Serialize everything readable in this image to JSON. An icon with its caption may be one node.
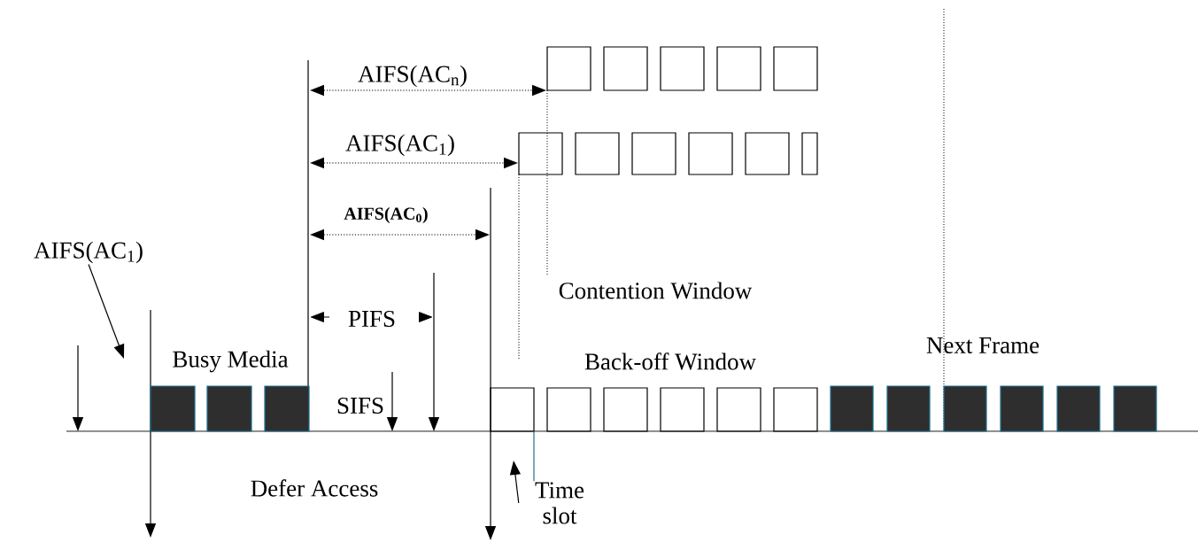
{
  "diagram": {
    "nodes": [
      {
        "text": [
          "AIFS(AC$_{1}$)"
        ]
      },
      {
        "text": [
          "Time slot"
        ]
      },
      {
        "text": [],
        "shape": "box"
      },
      {
        "text": [],
        "shape": "box"
      },
      {
        "text": [],
        "shape": "box"
      },
      {
        "text": [],
        "shape": "box"
      },
      {
        "text": [],
        "shape": "box"
      },
      {
        "text": [],
        "shape": "box"
      },
      {
        "text": [],
        "shape": "box"
      },
      {
        "text": [],
        "shape": "box"
      },
      {
        "text": [],
        "shape": "box"
      },
      {
        "text": [],
        "shape": "box"
      },
      {
        "text": [],
        "shape": "box"
      },
      {
        "text": [],
        "shape": "box"
      },
      {
        "text": [],
        "shape": "box"
      },
      {
        "text": [],
        "shape": "box"
      },
      {
        "text": [],
        "shape": "box"
      },
      {
        "text": [],
        "shape": "box"
      },
      {
        "text": [],
        "shape": "box"
      },
      {
        "text": [],
        "shape": "box"
      },
      {
        "text": [],
        "shape": "box"
      },
      {
        "text": [],
        "shape": "box"
      },
      {
        "text": [],
        "shape": "box"
      },
      {
        "text": [],
        "shape": "box"
      },
      {
        "text": [],
        "shape": "box"
      },
      {
        "text": [],
        "shape": "box"
      },
      {
        "text": [],
        "shape": "box"
      },
      {
        "text": [],
        "shape": "box"
      }
    ],
    "edges": [
      {
        "from": 0,
        "to": null,
        "arrow": "to"
      },
      {
        "from": 1,
        "to": null,
        "arrow": "to"
      },
      {
        "from": 1,
        "to": 16,
        "arrow": "none",
        "color": "#1f6f8f"
      }
    ],
    "labels": [
      "AIFS(AC$_{n}$)",
      "AIFS(AC$_{1}$)",
      "AIFS(AC$_{0}$)",
      "Contention Window",
      "PIFS",
      "Busy Media",
      "SIFS",
      "Back-off Window",
      "Next Frame",
      "Defer Access"
    ]
  }
}
